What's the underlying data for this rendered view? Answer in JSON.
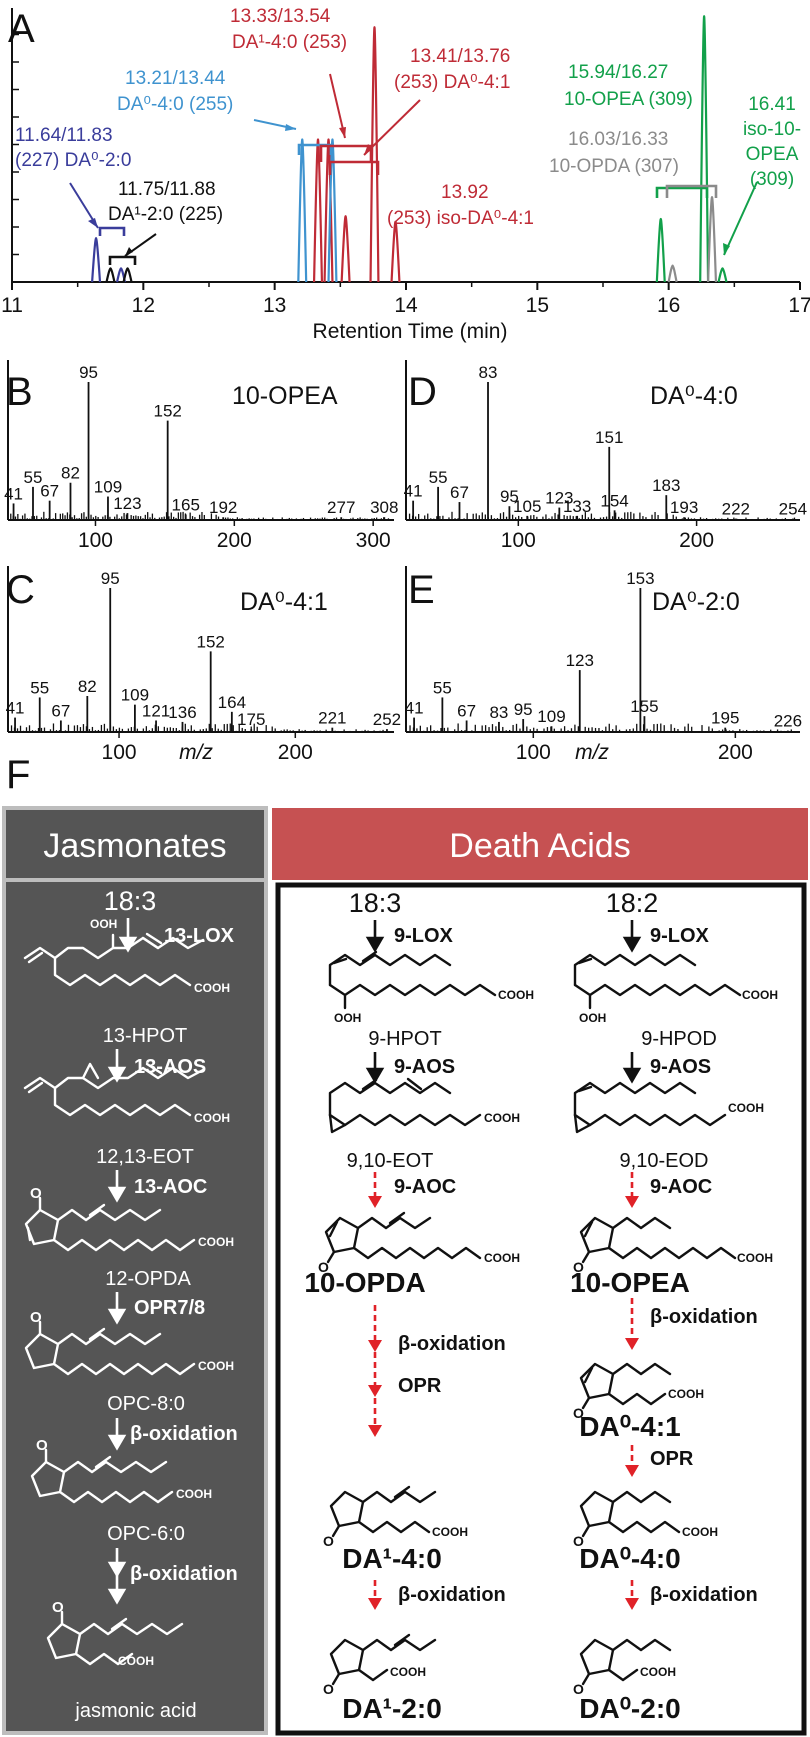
{
  "colors": {
    "blue_dark": "#3a3d9b",
    "blue_light": "#3f93cf",
    "red": "#bf2b36",
    "green": "#12a04a",
    "gray": "#8b8b8b",
    "black": "#111111",
    "jasmonates_bg": "#555555",
    "death_header_bg": "#c65152",
    "arrow_red": "#e02228"
  },
  "panel_letters": {
    "a": "A",
    "b": "B",
    "c": "C",
    "d": "D",
    "e": "E",
    "f": "F"
  },
  "chart_data": [
    {
      "panel": "A",
      "type": "line",
      "xlabel": "Retention Time (min)",
      "xlim": [
        11,
        17
      ],
      "x_ticks": [
        "11",
        "12",
        "13",
        "14",
        "15",
        "16",
        "17"
      ],
      "grid": false,
      "peaks": [
        {
          "x": 11.64,
          "h": 0.16,
          "color": "blue_dark"
        },
        {
          "x": 11.75,
          "h": 0.05,
          "color": "black"
        },
        {
          "x": 11.83,
          "h": 0.05,
          "color": "blue_dark"
        },
        {
          "x": 11.88,
          "h": 0.05,
          "color": "black"
        },
        {
          "x": 13.21,
          "h": 0.52,
          "color": "blue_light"
        },
        {
          "x": 13.33,
          "h": 0.52,
          "color": "red"
        },
        {
          "x": 13.41,
          "h": 0.52,
          "color": "red"
        },
        {
          "x": 13.44,
          "h": 0.52,
          "color": "blue_light"
        },
        {
          "x": 13.54,
          "h": 0.24,
          "color": "red"
        },
        {
          "x": 13.76,
          "h": 0.93,
          "color": "red"
        },
        {
          "x": 13.92,
          "h": 0.22,
          "color": "red"
        },
        {
          "x": 15.94,
          "h": 0.23,
          "color": "green"
        },
        {
          "x": 16.03,
          "h": 0.06,
          "color": "gray"
        },
        {
          "x": 16.27,
          "h": 0.97,
          "color": "green"
        },
        {
          "x": 16.33,
          "h": 0.31,
          "color": "gray"
        },
        {
          "x": 16.41,
          "h": 0.05,
          "color": "green"
        }
      ],
      "annotations": [
        {
          "lines": [
            "11.64/11.83",
            "(227) DA⁰-2:0"
          ],
          "color": "blue_dark"
        },
        {
          "lines": [
            "11.75/11.88",
            "DA¹-2:0 (225)"
          ],
          "color": "black"
        },
        {
          "lines": [
            "13.21/13.44",
            "DA⁰-4:0 (255)"
          ],
          "color": "blue_light"
        },
        {
          "lines": [
            "13.33/13.54",
            "DA¹-4:0 (253)"
          ],
          "color": "red"
        },
        {
          "lines": [
            "13.41/13.76",
            "(253) DA⁰-4:1"
          ],
          "color": "red"
        },
        {
          "lines": [
            "13.92",
            "(253) iso-DA⁰-4:1"
          ],
          "color": "red"
        },
        {
          "lines": [
            "15.94/16.27",
            "10-OPEA (309)"
          ],
          "color": "green"
        },
        {
          "lines": [
            "16.03/16.33",
            "10-OPDA (307)"
          ],
          "color": "gray"
        },
        {
          "lines": [
            "16.41",
            "iso-10-",
            "OPEA",
            "(309)"
          ],
          "color": "green"
        }
      ]
    },
    {
      "panel": "B",
      "type": "bar",
      "title": "10-OPEA",
      "xlim": [
        37,
        315
      ],
      "x_ticks": [
        "100",
        "200",
        "300"
      ],
      "peaks": [
        [
          41,
          0.12
        ],
        [
          55,
          0.24
        ],
        [
          67,
          0.14
        ],
        [
          82,
          0.27
        ],
        [
          95,
          1.0
        ],
        [
          109,
          0.17
        ],
        [
          123,
          0.05
        ],
        [
          152,
          0.72
        ],
        [
          165,
          0.04
        ],
        [
          192,
          0.02
        ],
        [
          277,
          0.02
        ],
        [
          308,
          0.02
        ]
      ],
      "labels": [
        {
          "m": "41"
        },
        {
          "m": "55"
        },
        {
          "m": "67"
        },
        {
          "m": "82"
        },
        {
          "m": "95"
        },
        {
          "m": "109"
        },
        {
          "m": "123"
        },
        {
          "m": "152"
        },
        {
          "m": "165"
        },
        {
          "m": "192"
        },
        {
          "m": "277"
        },
        {
          "m": "308"
        }
      ]
    },
    {
      "panel": "C",
      "type": "bar",
      "title": "DA⁰-4:1",
      "xlabel": "m/z",
      "xlim": [
        37,
        256
      ],
      "x_ticks": [
        "100",
        "200"
      ],
      "peaks": [
        [
          41,
          0.1
        ],
        [
          55,
          0.24
        ],
        [
          67,
          0.08
        ],
        [
          82,
          0.25
        ],
        [
          95,
          1.0
        ],
        [
          109,
          0.19
        ],
        [
          121,
          0.08
        ],
        [
          136,
          0.07
        ],
        [
          152,
          0.56
        ],
        [
          164,
          0.14
        ],
        [
          175,
          0.02
        ],
        [
          221,
          0.03
        ],
        [
          252,
          0.02
        ]
      ],
      "labels": [
        {
          "m": "41"
        },
        {
          "m": "55"
        },
        {
          "m": "67"
        },
        {
          "m": "82"
        },
        {
          "m": "95"
        },
        {
          "m": "109"
        },
        {
          "m": "121"
        },
        {
          "m": "136"
        },
        {
          "m": "152"
        },
        {
          "m": "164"
        },
        {
          "m": "175"
        },
        {
          "m": "221"
        },
        {
          "m": "252"
        }
      ]
    },
    {
      "panel": "D",
      "type": "bar",
      "title": "DA⁰-4:0",
      "xlim": [
        37,
        258
      ],
      "x_ticks": [
        "100",
        "200"
      ],
      "peaks": [
        [
          41,
          0.14
        ],
        [
          55,
          0.24
        ],
        [
          67,
          0.13
        ],
        [
          83,
          1.0
        ],
        [
          95,
          0.1
        ],
        [
          105,
          0.03
        ],
        [
          123,
          0.09
        ],
        [
          133,
          0.03
        ],
        [
          151,
          0.53
        ],
        [
          154,
          0.07
        ],
        [
          183,
          0.18
        ],
        [
          193,
          0.02
        ],
        [
          222,
          0.01
        ],
        [
          254,
          0.01
        ]
      ],
      "labels": [
        {
          "m": "41"
        },
        {
          "m": "55"
        },
        {
          "m": "67"
        },
        {
          "m": "83"
        },
        {
          "m": "95"
        },
        {
          "m": "105"
        },
        {
          "m": "123"
        },
        {
          "m": "133"
        },
        {
          "m": "151"
        },
        {
          "m": "154"
        },
        {
          "m": "183"
        },
        {
          "m": "193"
        },
        {
          "m": "222"
        },
        {
          "m": "254"
        }
      ]
    },
    {
      "panel": "E",
      "type": "bar",
      "title": "DA⁰-2:0",
      "xlabel": "m/z",
      "xlim": [
        37,
        232
      ],
      "x_ticks": [
        "100",
        "200"
      ],
      "peaks": [
        [
          41,
          0.1
        ],
        [
          55,
          0.24
        ],
        [
          67,
          0.08
        ],
        [
          83,
          0.07
        ],
        [
          95,
          0.09
        ],
        [
          109,
          0.04
        ],
        [
          123,
          0.43
        ],
        [
          153,
          1.0
        ],
        [
          155,
          0.11
        ],
        [
          195,
          0.03
        ],
        [
          226,
          0.01
        ]
      ],
      "labels": [
        {
          "m": "41"
        },
        {
          "m": "55"
        },
        {
          "m": "67"
        },
        {
          "m": "83"
        },
        {
          "m": "95"
        },
        {
          "m": "109"
        },
        {
          "m": "123"
        },
        {
          "m": "153"
        },
        {
          "m": "155"
        },
        {
          "m": "195"
        },
        {
          "m": "226"
        }
      ]
    }
  ],
  "pathway": {
    "jasmonates_header": "Jasmonates",
    "death_header": "Death Acids",
    "jas": {
      "substrate": "18:3",
      "steps": [
        "13-LOX",
        "13-AOS",
        "13-AOC",
        "OPR7/8",
        "β-oxidation",
        "β-oxidation"
      ],
      "intermediates": [
        "13-HPOT",
        "12,13-EOT",
        "12-OPDA",
        "OPC-8:0",
        "OPC-6:0"
      ],
      "product": "jasmonic acid",
      "ooh": "OOH",
      "cooh": "COOH",
      "oxo": "O"
    },
    "left": {
      "substrate": "18:3",
      "steps": [
        "9-LOX",
        "9-AOS",
        "9-AOC",
        "β-oxidation",
        "OPR",
        "β-oxidation"
      ],
      "intermediates": [
        "9-HPOT",
        "9,10-EOT"
      ],
      "bold_products": [
        "10-OPDA",
        "DA¹-4:0",
        "DA¹-2:0"
      ]
    },
    "right": {
      "substrate": "18:2",
      "steps": [
        "9-LOX",
        "9-AOS",
        "9-AOC",
        "β-oxidation",
        "OPR",
        "β-oxidation"
      ],
      "intermediates": [
        "9-HPOD",
        "9,10-EOD"
      ],
      "bold_products": [
        "10-OPEA",
        "DA⁰-4:1",
        "DA⁰-4:0",
        "DA⁰-2:0"
      ]
    },
    "group_cooh": "COOH",
    "group_ooh": "OOH",
    "group_o": "O"
  }
}
